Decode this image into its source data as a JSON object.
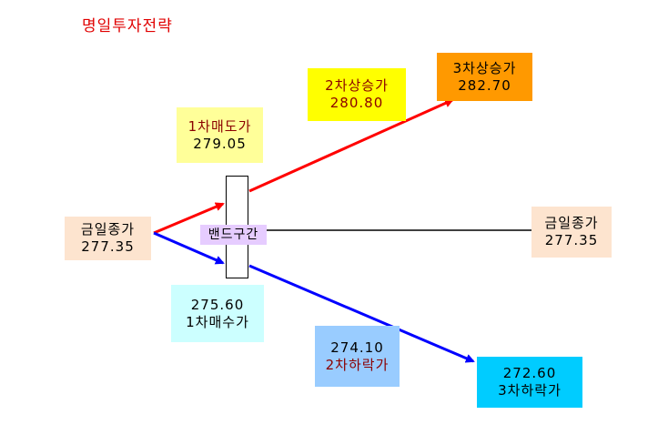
{
  "title": "명일투자전략",
  "band": {
    "label": "밴드구간"
  },
  "today_close": {
    "label": "금일종가",
    "value": "277.35"
  },
  "today_close_right": {
    "label": "금일종가",
    "value": "277.35"
  },
  "first_sell": {
    "label": "1차매도가",
    "value": "279.05"
  },
  "second_rise": {
    "label": "2차상승가",
    "value": "280.80"
  },
  "third_rise": {
    "label": "3차상승가",
    "value": "282.70"
  },
  "first_buy": {
    "value": "275.60",
    "label": "1차매수가"
  },
  "second_fall": {
    "value": "274.10",
    "label": "2차하락가"
  },
  "third_fall": {
    "value": "272.60",
    "label": "3차하락가"
  },
  "colors": {
    "up_line": "#ff0000",
    "down_line": "#0000ff",
    "mid_line": "#000000",
    "title": "#e00000"
  }
}
